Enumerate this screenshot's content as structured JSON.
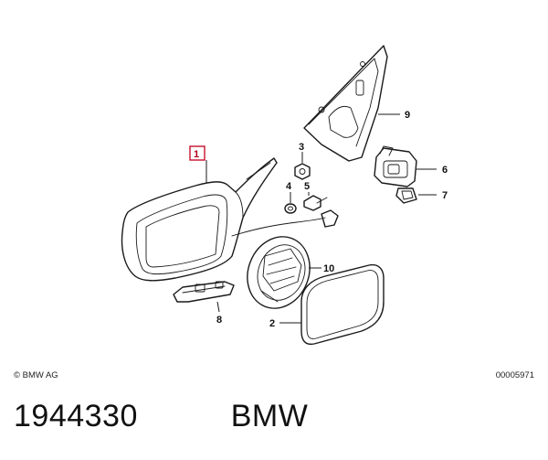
{
  "callouts": {
    "p1": "1",
    "p2": "2",
    "p3": "3",
    "p4": "4",
    "p5": "5",
    "p6": "6",
    "p7": "7",
    "p8": "8",
    "p9": "9",
    "p10": "10"
  },
  "highlight_color": "#c8102e",
  "footer": {
    "copyright": "© BMW AG",
    "document_number": "00005971"
  },
  "caption": {
    "part_number": "1944330",
    "brand": "BMW"
  }
}
